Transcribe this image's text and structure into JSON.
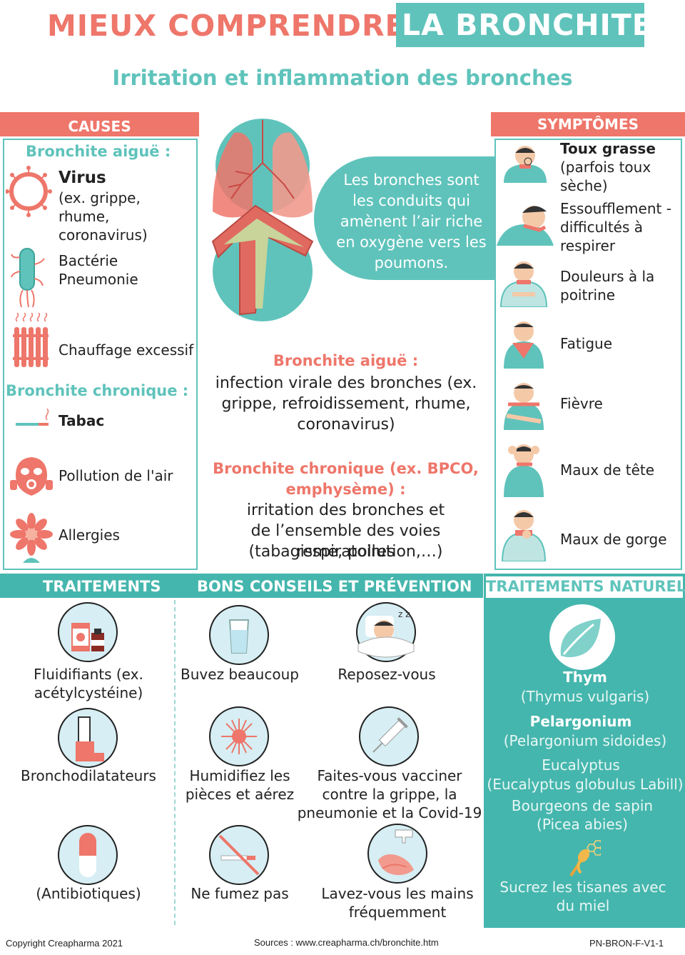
{
  "title": {
    "part1": "MIEUX COMPRENDRE",
    "part2": "LA BRONCHITE"
  },
  "subtitle": "Irritation et inflammation des bronches",
  "causes": {
    "header": "CAUSES",
    "acute_heading": "Bronchite aiguë :",
    "virus_title": "Virus",
    "virus_detail": "(ex. grippe, rhume, coronavirus)",
    "bacteria": "Bactérie Pneumonie",
    "heating": "Chauffage excessif",
    "chronic_heading": "Bronchite chronique :",
    "tobacco": "Tabac",
    "pollution": "Pollution de l'air",
    "allergies": "Allergies"
  },
  "center": {
    "bubble": "Les bronches sont les conduits qui amènent l’air riche en oxygène vers les poumons.",
    "acute_title": "Bronchite aiguë :",
    "acute_text": "infection virale des bronches (ex. grippe, refroidissement, rhume, coronavirus)",
    "chronic_title": "Bronchite chronique (ex. BPCO, emphysème) :",
    "chronic_text1": "irritation des bronches et",
    "chronic_text2": "de l’ensemble des voies respiratoires",
    "chronic_text3": "(tabagisme, pollution,…)"
  },
  "symptoms": {
    "header": "SYMPTÔMES",
    "items": [
      {
        "bold": "Toux grasse",
        "text": "(parfois toux sèche)"
      },
      {
        "bold": "",
        "text": "Essoufflement - difficultés à respirer"
      },
      {
        "bold": "",
        "text": "Douleurs à la poitrine"
      },
      {
        "bold": "",
        "text": "Fatigue"
      },
      {
        "bold": "",
        "text": "Fièvre"
      },
      {
        "bold": "",
        "text": "Maux de tête"
      },
      {
        "bold": "",
        "text": "Maux de gorge"
      }
    ]
  },
  "treatments": {
    "header": "TRAITEMENTS",
    "items": [
      "Fluidifiants (ex. acétylcystéine)",
      "Bronchodilatateurs",
      "(Antibiotiques)"
    ]
  },
  "advice": {
    "header": "BONS CONSEILS ET PRÉVENTION",
    "items": [
      "Buvez beaucoup",
      "Reposez-vous",
      "Humidifiez les pièces et aérez",
      "Faites-vous vacciner contre la grippe, la pneumonie et la Covid-19",
      "Ne fumez pas",
      "Lavez-vous les mains fréquemment"
    ]
  },
  "natural": {
    "header": "TRAITEMENTS NATURELS",
    "thyme": "Thym",
    "thyme_latin": "(Thymus vulgaris)",
    "pelargonium": "Pelargonium",
    "pelargonium_latin": "(Pelargonium sidoides)",
    "eucalyptus": "Eucalyptus",
    "eucalyptus_latin": "(Eucalyptus globulus Labill)",
    "fir": "Bourgeons de sapin",
    "fir_latin": "(Picea abies)",
    "honey": "Sucrez les tisanes avec du miel"
  },
  "footer": {
    "copyright": "Copyright Creapharma 2021",
    "sources": "Sources : www.creapharma.ch/bronchite.htm",
    "code": "PN-BRON-F-V1-1"
  },
  "colors": {
    "coral": "#ee766a",
    "teal": "#5fc3bb",
    "dark_teal": "#45b6ad"
  }
}
